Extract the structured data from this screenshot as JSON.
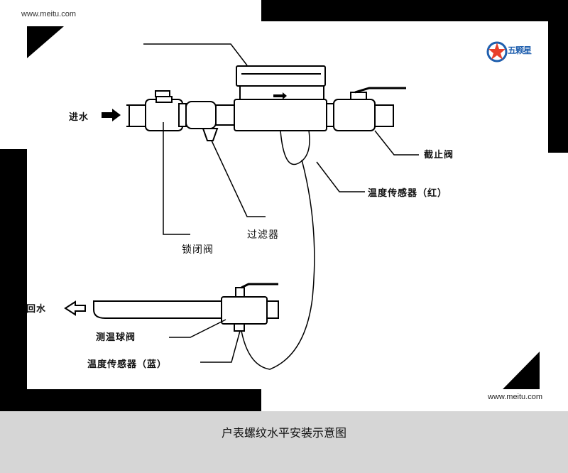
{
  "watermark_top": "www.meitu.com",
  "watermark_bottom": "www.meitu.com",
  "logo": {
    "text": "五颗星",
    "icon": "star-circle-icon"
  },
  "labels": {
    "inlet": "进水",
    "return": "回水",
    "stop_valve": "截止阀",
    "temp_sensor_red": "温度传感器（红）",
    "filter": "过滤器",
    "lock_valve": "锁闭阀",
    "temp_ball_valve": "测温球阀",
    "temp_sensor_blue": "温度传感器（蓝）"
  },
  "caption": "户表螺纹水平安装示意图",
  "colors": {
    "frame": "#000000",
    "footer": "#d6d6d6",
    "logo_blue": "#1f5fae",
    "logo_red": "#e8402a"
  }
}
